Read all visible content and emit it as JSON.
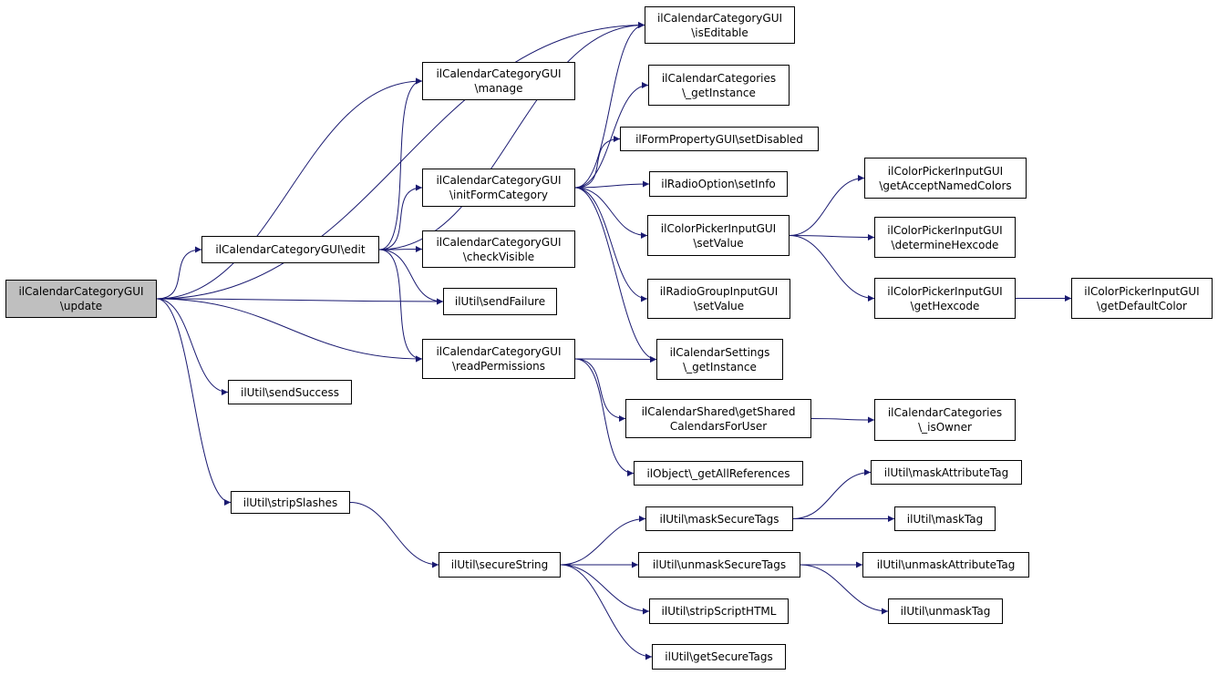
{
  "diagram": {
    "edge_color": "#191970",
    "root_fill": "#bfbfbf",
    "nodes": [
      {
        "id": "update",
        "lines": [
          "ilCalendarCategoryGUI",
          "\\update"
        ],
        "root": true
      },
      {
        "id": "edit",
        "lines": [
          "ilCalendarCategoryGUI\\edit"
        ]
      },
      {
        "id": "isEditable",
        "lines": [
          "ilCalendarCategoryGUI",
          "\\isEditable"
        ]
      },
      {
        "id": "manage",
        "lines": [
          "ilCalendarCategoryGUI",
          "\\manage"
        ]
      },
      {
        "id": "initForm",
        "lines": [
          "ilCalendarCategoryGUI",
          "\\initFormCategory"
        ]
      },
      {
        "id": "checkVisible",
        "lines": [
          "ilCalendarCategoryGUI",
          "\\checkVisible"
        ]
      },
      {
        "id": "sendFailure",
        "lines": [
          "ilUtil\\sendFailure"
        ]
      },
      {
        "id": "readPerm",
        "lines": [
          "ilCalendarCategoryGUI",
          "\\readPermissions"
        ]
      },
      {
        "id": "sendSuccess",
        "lines": [
          "ilUtil\\sendSuccess"
        ]
      },
      {
        "id": "stripSlashes",
        "lines": [
          "ilUtil\\stripSlashes"
        ]
      },
      {
        "id": "secureString",
        "lines": [
          "ilUtil\\secureString"
        ]
      },
      {
        "id": "catGetInstance",
        "lines": [
          "ilCalendarCategories",
          "\\_getInstance"
        ]
      },
      {
        "id": "setDisabled",
        "lines": [
          "ilFormPropertyGUI\\setDisabled"
        ]
      },
      {
        "id": "setInfo",
        "lines": [
          "ilRadioOption\\setInfo"
        ]
      },
      {
        "id": "cpSetValue",
        "lines": [
          "ilColorPickerInputGUI",
          "\\setValue"
        ]
      },
      {
        "id": "rgSetValue",
        "lines": [
          "ilRadioGroupInputGUI",
          "\\setValue"
        ]
      },
      {
        "id": "settingsGetInstance",
        "lines": [
          "ilCalendarSettings",
          "\\_getInstance"
        ]
      },
      {
        "id": "getShared",
        "lines": [
          "ilCalendarShared\\getShared",
          "CalendarsForUser"
        ]
      },
      {
        "id": "getAllRefs",
        "lines": [
          "ilObject\\_getAllReferences"
        ]
      },
      {
        "id": "maskSecureTags",
        "lines": [
          "ilUtil\\maskSecureTags"
        ]
      },
      {
        "id": "unmaskSecureTags",
        "lines": [
          "ilUtil\\unmaskSecureTags"
        ]
      },
      {
        "id": "stripScriptHTML",
        "lines": [
          "ilUtil\\stripScriptHTML"
        ]
      },
      {
        "id": "getSecureTags",
        "lines": [
          "ilUtil\\getSecureTags"
        ]
      },
      {
        "id": "getAcceptNamed",
        "lines": [
          "ilColorPickerInputGUI",
          "\\getAcceptNamedColors"
        ]
      },
      {
        "id": "determineHex",
        "lines": [
          "ilColorPickerInputGUI",
          "\\determineHexcode"
        ]
      },
      {
        "id": "getHexcode",
        "lines": [
          "ilColorPickerInputGUI",
          "\\getHexcode"
        ]
      },
      {
        "id": "getDefaultColor",
        "lines": [
          "ilColorPickerInputGUI",
          "\\getDefaultColor"
        ]
      },
      {
        "id": "isOwner",
        "lines": [
          "ilCalendarCategories",
          "\\_isOwner"
        ]
      },
      {
        "id": "maskAttrTag",
        "lines": [
          "ilUtil\\maskAttributeTag"
        ]
      },
      {
        "id": "maskTag",
        "lines": [
          "ilUtil\\maskTag"
        ]
      },
      {
        "id": "unmaskAttrTag",
        "lines": [
          "ilUtil\\unmaskAttributeTag"
        ]
      },
      {
        "id": "unmaskTag",
        "lines": [
          "ilUtil\\unmaskTag"
        ]
      }
    ],
    "edges": [
      [
        "update",
        "isEditable"
      ],
      [
        "update",
        "manage"
      ],
      [
        "update",
        "edit"
      ],
      [
        "update",
        "sendFailure"
      ],
      [
        "update",
        "readPerm"
      ],
      [
        "update",
        "sendSuccess"
      ],
      [
        "update",
        "stripSlashes"
      ],
      [
        "edit",
        "manage"
      ],
      [
        "edit",
        "isEditable"
      ],
      [
        "edit",
        "initForm"
      ],
      [
        "edit",
        "checkVisible"
      ],
      [
        "edit",
        "sendFailure"
      ],
      [
        "edit",
        "readPerm"
      ],
      [
        "initForm",
        "isEditable"
      ],
      [
        "initForm",
        "catGetInstance"
      ],
      [
        "initForm",
        "setDisabled"
      ],
      [
        "initForm",
        "setInfo"
      ],
      [
        "initForm",
        "cpSetValue"
      ],
      [
        "initForm",
        "rgSetValue"
      ],
      [
        "initForm",
        "settingsGetInstance"
      ],
      [
        "readPerm",
        "settingsGetInstance"
      ],
      [
        "readPerm",
        "getShared"
      ],
      [
        "readPerm",
        "getAllRefs"
      ],
      [
        "cpSetValue",
        "getAcceptNamed"
      ],
      [
        "cpSetValue",
        "determineHex"
      ],
      [
        "cpSetValue",
        "getHexcode"
      ],
      [
        "getHexcode",
        "getDefaultColor"
      ],
      [
        "getShared",
        "isOwner"
      ],
      [
        "stripSlashes",
        "secureString"
      ],
      [
        "secureString",
        "maskSecureTags"
      ],
      [
        "secureString",
        "unmaskSecureTags"
      ],
      [
        "secureString",
        "stripScriptHTML"
      ],
      [
        "secureString",
        "getSecureTags"
      ],
      [
        "maskSecureTags",
        "maskAttrTag"
      ],
      [
        "maskSecureTags",
        "maskTag"
      ],
      [
        "unmaskSecureTags",
        "unmaskAttrTag"
      ],
      [
        "unmaskSecureTags",
        "unmaskTag"
      ]
    ]
  }
}
